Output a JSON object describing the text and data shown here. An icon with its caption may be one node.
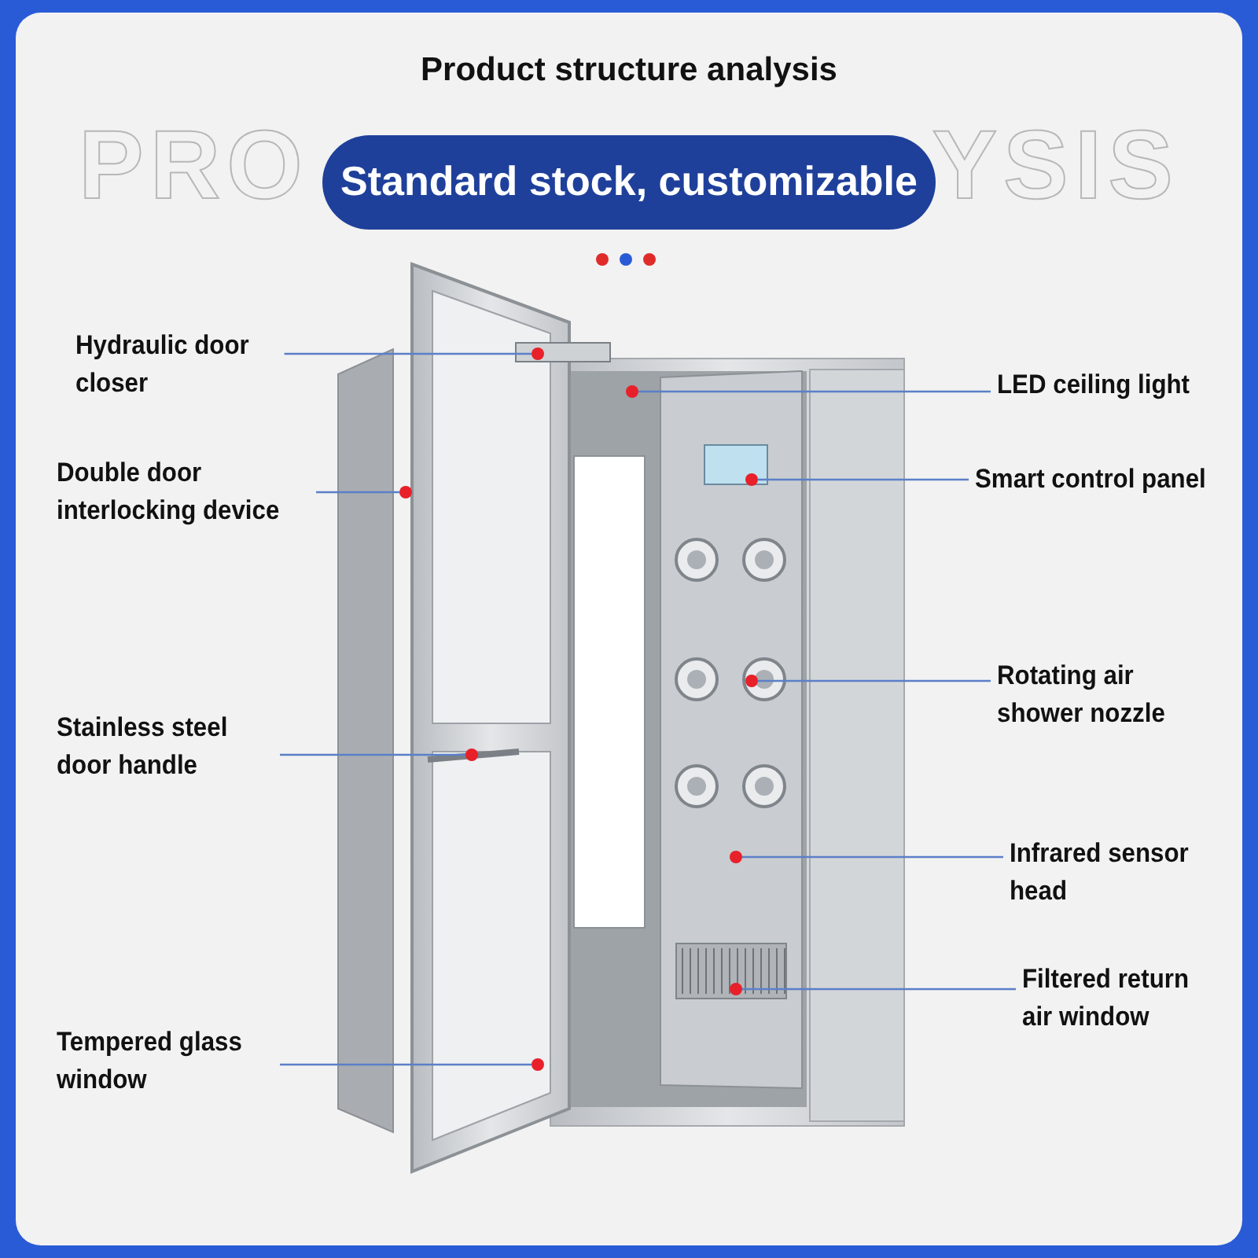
{
  "diagram": {
    "title": "Product structure analysis",
    "nodes": [
      {
        "text": [
          "Hydraulic door closer"
        ]
      },
      {
        "text": [
          "Double door interlocking device"
        ]
      },
      {
        "text": [
          "Stainless steel door handle"
        ]
      },
      {
        "text": [
          "Tempered glass window"
        ]
      },
      {
        "text": [
          "LED ceiling light"
        ]
      },
      {
        "text": [
          "Smart control panel"
        ]
      },
      {
        "text": [
          "Rotating air shower nozzle"
        ]
      },
      {
        "text": [
          "Infrared sensor head"
        ]
      },
      {
        "text": [
          "Filtered return air window"
        ]
      },
      {
        "text": [],
        "shape": "circle"
      },
      {
        "text": [],
        "shape": "circle"
      },
      {
        "text": [],
        "shape": "circle"
      },
      {
        "text": [],
        "shape": "circle"
      },
      {
        "text": [],
        "shape": "circle"
      },
      {
        "text": [],
        "shape": "circle"
      },
      {
        "text": [],
        "shape": "circle"
      },
      {
        "text": [],
        "shape": "circle"
      },
      {
        "text": [],
        "shape": "circle"
      }
    ],
    "edges": [
      {
        "from": 0,
        "to": 9,
        "arrow": "none"
      },
      {
        "from": 1,
        "to": 12,
        "arrow": "none"
      },
      {
        "from": 2,
        "to": 14,
        "arrow": "none"
      },
      {
        "from": 3,
        "to": 17,
        "arrow": "none"
      },
      {
        "from": 4,
        "to": 10,
        "arrow": "none"
      },
      {
        "from": 5,
        "to": 11,
        "arrow": "none"
      },
      {
        "from": 6,
        "to": 13,
        "arrow": "none"
      },
      {
        "from": 7,
        "to": 15,
        "arrow": "none"
      },
      {
        "from": 8,
        "to": 16,
        "arrow": "none"
      }
    ],
    "labels": [
      "PRO",
      "YSIS",
      "Standard stock, customizable"
    ]
  }
}
